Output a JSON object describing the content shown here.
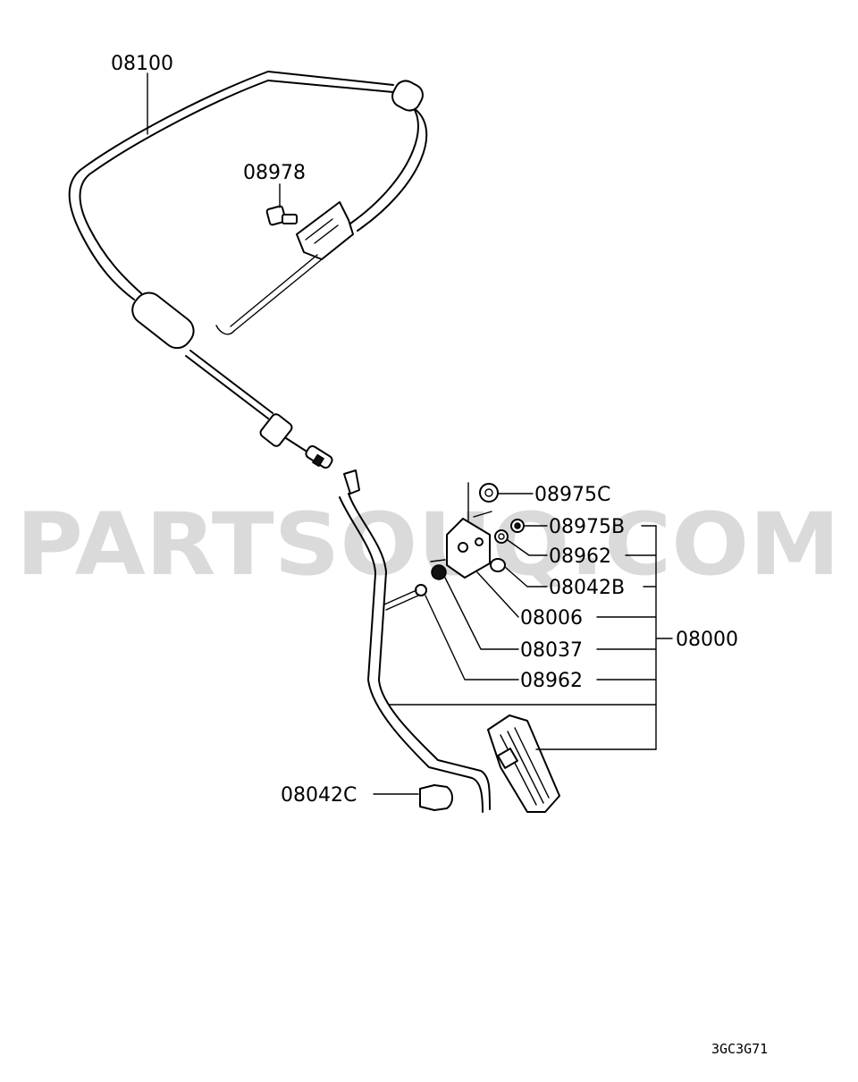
{
  "watermark": "PARTSOUQ.COM",
  "diagram_code": "3GC3G71",
  "callouts": {
    "c08100": "08100",
    "c08978": "08978",
    "c08975C": "08975C",
    "c08975B": "08975B",
    "c08962a": "08962",
    "c08042B": "08042B",
    "c08006": "08006",
    "c08037": "08037",
    "c08962b": "08962",
    "c08000": "08000",
    "c08042C": "08042C"
  }
}
